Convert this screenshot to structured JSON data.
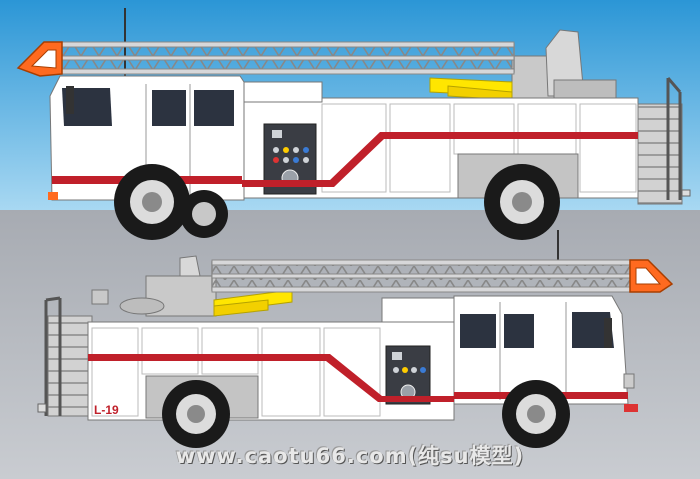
{
  "scene": {
    "sky_color": "#8fc9ea",
    "ground_color": "#b9bcc2",
    "body_color": "#ffffff",
    "stripe_color": "#c0202a",
    "ladder_color": "#c8c8cc",
    "ladder_tip_color": "#ff6a1f",
    "cylinder_color": "#ffe600",
    "tire_color": "#1a1a1a",
    "rim_color": "#dcdcdc"
  },
  "trucks": [
    {
      "name": "top-truck",
      "facing": "left"
    },
    {
      "name": "bottom-truck",
      "facing": "right",
      "unit_label": "L-19"
    }
  ],
  "watermark": "www.caotu66.com(纯su模型)"
}
